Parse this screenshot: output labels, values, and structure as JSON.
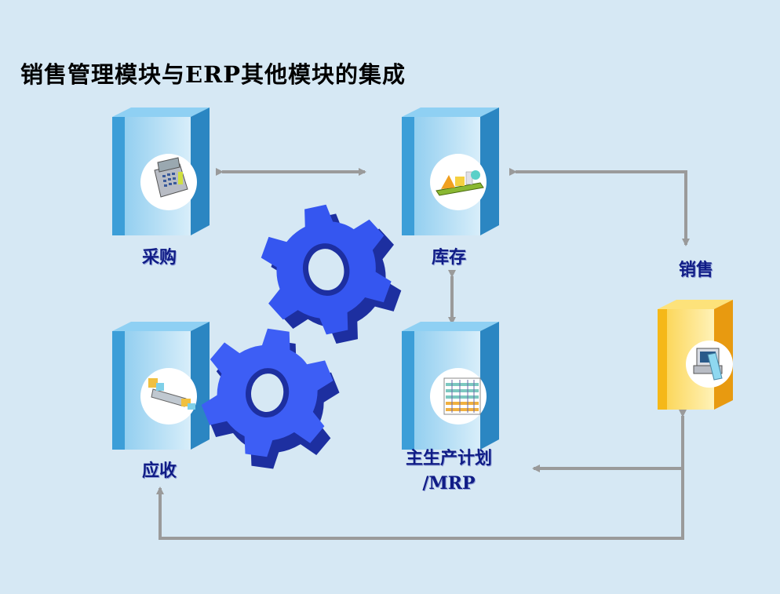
{
  "title": "销售管理模块与ERP其他模块的集成",
  "modules": {
    "purchase": {
      "label": "采购",
      "icon": "cash-register-icon"
    },
    "inventory": {
      "label": "库存",
      "icon": "shelf-shapes-icon"
    },
    "receivable": {
      "label": "应收",
      "icon": "conveyor-icon"
    },
    "mps": {
      "label_line1": "主生产计划",
      "label_line2": "/MRP",
      "icon": "production-chart-icon"
    },
    "sales": {
      "label": "销售",
      "icon": "terminal-icon"
    }
  },
  "colors": {
    "background": "#d6e8f4",
    "server_blue": "#4aaee0",
    "server_yellow": "#f7c21e",
    "gear_blue": "#3556f0",
    "arrow_gray": "#9a9a9a",
    "label_navy": "#101c86"
  }
}
